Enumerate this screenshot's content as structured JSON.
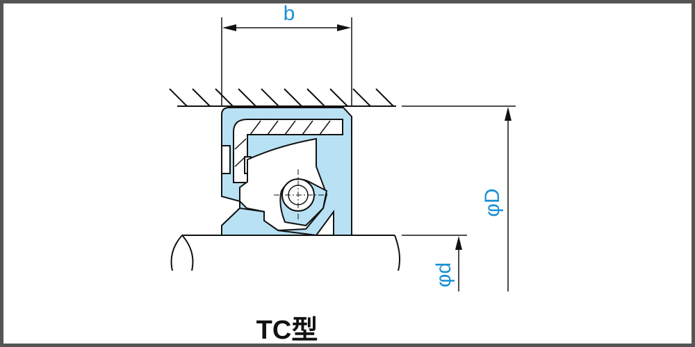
{
  "title": "TC型",
  "dimensions": {
    "width_label": "b",
    "outer_diameter_label": "φD",
    "inner_diameter_label": "φd"
  },
  "colors": {
    "seal_fill": "#b8e1f4",
    "label": "#1a8fd6",
    "line": "#111111",
    "frame": "#555555"
  }
}
